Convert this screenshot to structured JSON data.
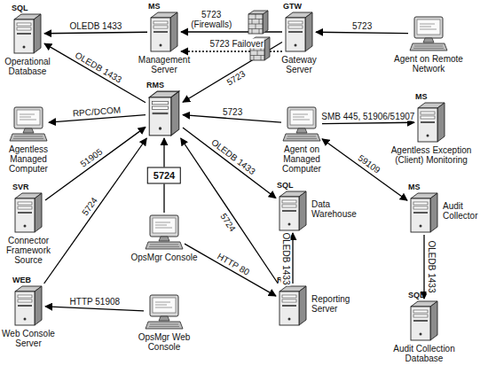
{
  "diagram": {
    "nodes": [
      {
        "text": [
          "SQL",
          "Operational Database"
        ]
      },
      {
        "text": [
          "MS",
          "Management Server"
        ]
      },
      {
        "text": [
          "GTW",
          "Gateway Server"
        ]
      },
      {
        "text": [
          "Agent on Remote Network"
        ]
      },
      {
        "text": [
          "Agentless Managed Computer"
        ]
      },
      {
        "text": [
          "RMS"
        ]
      },
      {
        "text": [
          "Agent on Managed Computer"
        ]
      },
      {
        "text": [
          "MS",
          "Agentless Exception (Client) Monitoring"
        ]
      },
      {
        "text": [
          "SVR",
          "Connector Framework Source"
        ]
      },
      {
        "text": [
          "OpsMgr Console"
        ]
      },
      {
        "text": [
          "SQL",
          "Data Warehouse"
        ]
      },
      {
        "text": [
          "MS",
          "Audit Collector"
        ]
      },
      {
        "text": [
          "WEB",
          "Web Console Server"
        ]
      },
      {
        "text": [
          "OpsMgr Web Console"
        ]
      },
      {
        "text": [
          "RS",
          "Reporting Server"
        ]
      },
      {
        "text": [
          "SQL",
          "Audit Collection Database"
        ]
      }
    ],
    "edges": [
      {
        "from": 1,
        "to": 0,
        "label": "OLEDB 1433",
        "arrow": "to"
      },
      {
        "from": 2,
        "to": 1,
        "label": "5723 (Firewalls)",
        "arrow": "to"
      },
      {
        "from": 3,
        "to": 2,
        "label": "5723",
        "arrow": "to"
      },
      {
        "from": 5,
        "to": 0,
        "label": "OLEDB 1433",
        "arrow": "to"
      },
      {
        "from": 2,
        "to": 5,
        "label": "5723",
        "arrow": "to"
      },
      {
        "from": 2,
        "to": 1,
        "label": "5723 Failover",
        "arrow": "to"
      },
      {
        "from": 5,
        "to": 4,
        "label": "RPC/DCOM",
        "arrow": "to"
      },
      {
        "from": 6,
        "to": 5,
        "label": "5723",
        "arrow": "to"
      },
      {
        "from": 6,
        "to": 7,
        "label": "SMB 445, 51906/51907",
        "arrow": "to"
      },
      {
        "from": 8,
        "to": 5,
        "label": "51905",
        "arrow": "to"
      },
      {
        "from": 12,
        "to": 5,
        "label": "5724",
        "arrow": "to"
      },
      {
        "from": 9,
        "to": 5,
        "label": "5724",
        "arrow": "to"
      },
      {
        "from": 5,
        "to": 10,
        "label": "OLEDB 1433",
        "arrow": "to"
      },
      {
        "from": 14,
        "to": 5,
        "label": "5724",
        "arrow": "to"
      },
      {
        "from": 9,
        "to": 14,
        "label": "HTTP 80",
        "arrow": "to"
      },
      {
        "from": 14,
        "to": 10,
        "label": "OLEDB 1433",
        "arrow": "to"
      },
      {
        "from": 13,
        "to": 12,
        "label": "HTTP 51908",
        "arrow": "to"
      },
      {
        "from": 6,
        "to": 11,
        "label": "59109",
        "arrow": "both"
      },
      {
        "from": 11,
        "to": 15,
        "label": "OLEDB 1433",
        "arrow": "to"
      }
    ]
  }
}
